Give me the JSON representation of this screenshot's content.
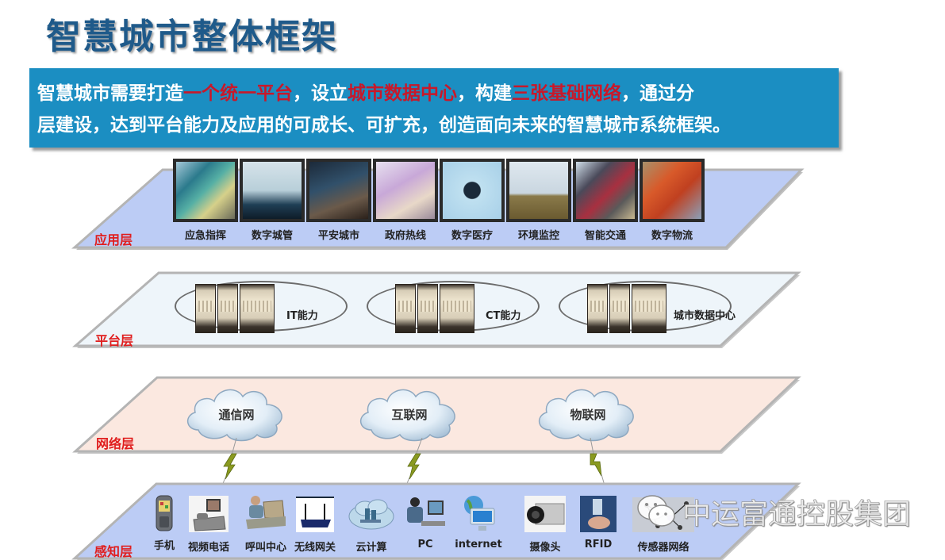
{
  "title": "智慧城市整体框架",
  "intro": {
    "line1": [
      {
        "text": "智慧城市需要打造",
        "highlight": false
      },
      {
        "text": "一个统一平台",
        "highlight": true
      },
      {
        "text": "，设立",
        "highlight": false
      },
      {
        "text": "城市数据中心",
        "highlight": true
      },
      {
        "text": "，构建",
        "highlight": false
      },
      {
        "text": "三张基础网络",
        "highlight": true
      },
      {
        "text": "，通过分",
        "highlight": false
      }
    ],
    "line2": "层建设，达到平台能力及应用的可成长、可扩充，创造面向未来的智慧城市系统框架。",
    "colors": {
      "background": "#1b8ec2",
      "text": "#ffffff",
      "highlight": "#c8182a"
    }
  },
  "layers": {
    "application": {
      "label": "应用层",
      "color": "#bcccf5",
      "items": [
        {
          "label": "应急指挥",
          "icon": "command-center-image"
        },
        {
          "label": "数字城管",
          "icon": "city-management-image"
        },
        {
          "label": "平安城市",
          "icon": "safe-city-image"
        },
        {
          "label": "政府热线",
          "icon": "government-hotline-image"
        },
        {
          "label": "数字医疗",
          "icon": "digital-healthcare-image"
        },
        {
          "label": "环境监控",
          "icon": "environment-monitor-image"
        },
        {
          "label": "智能交通",
          "icon": "intelligent-traffic-image"
        },
        {
          "label": "数字物流",
          "icon": "digital-logistics-image"
        }
      ]
    },
    "platform": {
      "label": "平台层",
      "color": "#eef5fa",
      "items": [
        {
          "label": "IT能力",
          "icon": "server-rack-icon"
        },
        {
          "label": "CT能力",
          "icon": "server-rack-icon"
        },
        {
          "label": "城市数据中心",
          "icon": "server-rack-icon"
        }
      ]
    },
    "network": {
      "label": "网络层",
      "color": "#fbe8e0",
      "items": [
        {
          "label": "通信网",
          "icon": "cloud-icon"
        },
        {
          "label": "互联网",
          "icon": "cloud-icon"
        },
        {
          "label": "物联网",
          "icon": "cloud-icon"
        }
      ]
    },
    "perception": {
      "label": "感知层",
      "color": "#bcccf5",
      "items": [
        {
          "label": "手机",
          "icon": "mobile-phone-icon"
        },
        {
          "label": "视频电话",
          "icon": "video-phone-icon"
        },
        {
          "label": "呼叫中心",
          "icon": "call-center-icon"
        },
        {
          "label": "无线网关",
          "icon": "wireless-router-icon"
        },
        {
          "label": "云计算",
          "icon": "cloud-computing-icon"
        },
        {
          "label": "PC",
          "icon": "pc-user-icon"
        },
        {
          "label": "internet",
          "icon": "globe-monitor-icon"
        },
        {
          "label": "摄像头",
          "icon": "camera-icon"
        },
        {
          "label": "RFID",
          "icon": "rfid-icon"
        },
        {
          "label": "传感器网络",
          "icon": "sensor-network-icon"
        }
      ]
    }
  },
  "watermark": {
    "text": "中运富通控股集团",
    "icon": "wechat-icon"
  }
}
